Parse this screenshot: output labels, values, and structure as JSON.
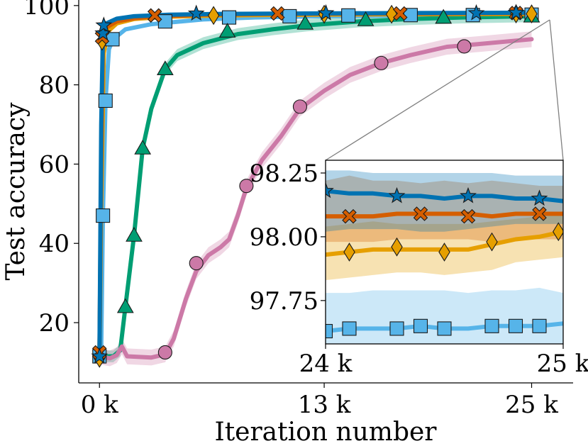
{
  "chart_data": {
    "type": "line",
    "xlabel": "Iteration number",
    "ylabel": "Test accuracy",
    "xlim": [
      -1.2,
      27.4
    ],
    "ylim": [
      4.8,
      101.4
    ],
    "x_ticks": [
      {
        "value": 0,
        "label": "0 k"
      },
      {
        "value": 13,
        "label": "13 k"
      },
      {
        "value": 25,
        "label": "25 k"
      }
    ],
    "y_ticks": [
      {
        "value": 20,
        "label": "20"
      },
      {
        "value": 40,
        "label": "40"
      },
      {
        "value": 60,
        "label": "60"
      },
      {
        "value": 80,
        "label": "80"
      },
      {
        "value": 100,
        "label": "100"
      }
    ],
    "grid": false,
    "legend": "none",
    "series": [
      {
        "color": "#56B4E9",
        "marker": "square",
        "band": 0.4,
        "points": [
          [
            0,
            11.5
          ],
          [
            0.1,
            13
          ],
          [
            0.2,
            47
          ],
          [
            0.35,
            76
          ],
          [
            0.55,
            89
          ],
          [
            0.8,
            91.5
          ],
          [
            1.5,
            94
          ],
          [
            3,
            95.3
          ],
          [
            6,
            96.5
          ],
          [
            9,
            97
          ],
          [
            13,
            97.3
          ],
          [
            17,
            97.5
          ],
          [
            21,
            97.6
          ],
          [
            25,
            97.7
          ]
        ],
        "markers": [
          [
            0,
            11.5
          ],
          [
            0.2,
            47
          ],
          [
            0.35,
            76
          ],
          [
            0.75,
            91.5
          ],
          [
            3.8,
            96
          ],
          [
            7.5,
            97
          ],
          [
            11,
            97.3
          ],
          [
            14.4,
            97.5
          ],
          [
            18,
            97.6
          ],
          [
            21.6,
            97.6
          ],
          [
            25,
            97.7
          ]
        ]
      },
      {
        "color": "#009E73",
        "marker": "triangle",
        "band": 1.5,
        "points": [
          [
            0,
            11.5
          ],
          [
            0.8,
            11.5
          ],
          [
            1.2,
            13
          ],
          [
            1.5,
            24
          ],
          [
            2,
            42
          ],
          [
            2.5,
            64
          ],
          [
            3,
            74
          ],
          [
            3.8,
            84
          ],
          [
            4.5,
            87.5
          ],
          [
            6,
            90.5
          ],
          [
            8,
            92.8
          ],
          [
            10,
            94
          ],
          [
            12,
            95
          ],
          [
            15,
            96
          ],
          [
            18,
            96.6
          ],
          [
            21,
            97
          ],
          [
            25,
            97.3
          ]
        ],
        "markers": [
          [
            1.5,
            24
          ],
          [
            2,
            42
          ],
          [
            2.5,
            64
          ],
          [
            3.8,
            84
          ],
          [
            7.4,
            93.5
          ],
          [
            11.9,
            95.5
          ],
          [
            15.4,
            96.4
          ],
          [
            19.9,
            97
          ],
          [
            25,
            97.3
          ]
        ]
      },
      {
        "color": "#CC79A7",
        "marker": "circle",
        "band": 2,
        "points": [
          [
            0,
            11.5
          ],
          [
            0.6,
            11
          ],
          [
            1.0,
            11.8
          ],
          [
            1.3,
            14
          ],
          [
            1.6,
            11.5
          ],
          [
            3,
            11.2
          ],
          [
            3.8,
            12
          ],
          [
            4.3,
            16
          ],
          [
            5,
            26
          ],
          [
            5.6,
            33
          ],
          [
            6.3,
            37
          ],
          [
            7,
            39
          ],
          [
            7.5,
            41
          ],
          [
            8,
            47
          ],
          [
            8.5,
            54
          ],
          [
            9.4,
            61
          ],
          [
            10.5,
            67
          ],
          [
            11.6,
            74
          ],
          [
            13,
            78.5
          ],
          [
            14.5,
            82.5
          ],
          [
            16.3,
            85.5
          ],
          [
            18,
            87.5
          ],
          [
            20.1,
            89.6
          ],
          [
            22,
            90.3
          ],
          [
            25,
            91.5
          ]
        ],
        "markers": [
          [
            3.8,
            12.5
          ],
          [
            5.6,
            35
          ],
          [
            8.5,
            54.5
          ],
          [
            11.6,
            74.5
          ],
          [
            16.3,
            85.5
          ],
          [
            21.1,
            89.7
          ]
        ]
      },
      {
        "color": "#E69F00",
        "marker": "diamond",
        "band": 0.3,
        "points": [
          [
            0,
            11.5
          ],
          [
            0.1,
            50
          ],
          [
            0.25,
            88
          ],
          [
            0.5,
            93.5
          ],
          [
            1,
            95.5
          ],
          [
            2,
            96.6
          ],
          [
            4,
            97.2
          ],
          [
            7,
            97.5
          ],
          [
            12,
            97.7
          ],
          [
            18,
            97.8
          ],
          [
            25,
            97.9
          ]
        ],
        "markers": [
          [
            0,
            11
          ],
          [
            0.15,
            91
          ],
          [
            6.6,
            97.5
          ],
          [
            13,
            97.8
          ],
          [
            16.9,
            97.8
          ],
          [
            24.1,
            97.9
          ],
          [
            25,
            97.9
          ]
        ]
      },
      {
        "color": "#D55E00",
        "marker": "x",
        "band": 0.3,
        "points": [
          [
            0,
            11.5
          ],
          [
            0.1,
            60
          ],
          [
            0.2,
            91
          ],
          [
            0.4,
            94.5
          ],
          [
            1,
            96
          ],
          [
            2,
            96.8
          ],
          [
            3,
            97.2
          ],
          [
            6,
            97.7
          ],
          [
            10,
            97.9
          ],
          [
            17,
            98
          ],
          [
            25,
            98.1
          ]
        ],
        "markers": [
          [
            0,
            12.5
          ],
          [
            0.15,
            92
          ],
          [
            3.2,
            97.5
          ],
          [
            10.3,
            98
          ],
          [
            17.4,
            98
          ],
          [
            24.1,
            98.1
          ]
        ]
      },
      {
        "color": "#0072B2",
        "marker": "star",
        "band": 0.3,
        "points": [
          [
            0,
            11.5
          ],
          [
            0.1,
            70
          ],
          [
            0.2,
            93
          ],
          [
            0.4,
            95.5
          ],
          [
            1,
            96.7
          ],
          [
            2,
            97.3
          ],
          [
            4,
            97.7
          ],
          [
            7,
            97.9
          ],
          [
            12,
            98
          ],
          [
            18,
            98.1
          ],
          [
            25,
            98.2
          ]
        ],
        "markers": [
          [
            0,
            11.5
          ],
          [
            0.2,
            93
          ],
          [
            0.25,
            95
          ],
          [
            5.6,
            98
          ],
          [
            13.1,
            98.1
          ],
          [
            21.8,
            98.1
          ],
          [
            24.1,
            98.2
          ]
        ]
      }
    ],
    "inset": {
      "xlim": [
        24,
        25
      ],
      "ylim": [
        97.58,
        98.3
      ],
      "x_ticks": [
        {
          "value": 24,
          "label": "24 k"
        },
        {
          "value": 25,
          "label": "25 k"
        }
      ],
      "y_ticks": [
        {
          "value": 97.75,
          "label": "97.75"
        },
        {
          "value": 98.0,
          "label": "98.00"
        },
        {
          "value": 98.25,
          "label": "98.25"
        }
      ],
      "series": [
        {
          "color": "#56B4E9",
          "marker": "square",
          "x": [
            24,
            24.1,
            24.2,
            24.3,
            24.4,
            24.5,
            24.6,
            24.7,
            24.8,
            24.9,
            25
          ],
          "mean": [
            97.63,
            97.64,
            97.64,
            97.64,
            97.65,
            97.64,
            97.64,
            97.65,
            97.65,
            97.65,
            97.66
          ],
          "lower": [
            97.55,
            97.55,
            97.55,
            97.55,
            97.55,
            97.55,
            97.55,
            97.55,
            97.55,
            97.55,
            97.55
          ],
          "upper": [
            97.78,
            97.78,
            97.79,
            97.79,
            97.79,
            97.79,
            97.78,
            97.79,
            97.79,
            97.8,
            97.78
          ],
          "markers": [
            [
              24.0,
              97.63
            ],
            [
              24.1,
              97.64
            ],
            [
              24.3,
              97.64
            ],
            [
              24.4,
              97.65
            ],
            [
              24.5,
              97.64
            ],
            [
              24.7,
              97.65
            ],
            [
              24.8,
              97.65
            ],
            [
              24.9,
              97.65
            ]
          ]
        },
        {
          "color": "#E69F00",
          "marker": "diamond",
          "x": [
            24,
            24.1,
            24.2,
            24.3,
            24.4,
            24.5,
            24.6,
            24.7,
            24.8,
            24.9,
            25
          ],
          "mean": [
            97.93,
            97.94,
            97.95,
            97.95,
            97.95,
            97.95,
            97.95,
            97.97,
            97.99,
            98.0,
            98.02
          ],
          "lower": [
            97.83,
            97.84,
            97.85,
            97.86,
            97.86,
            97.85,
            97.86,
            97.87,
            97.9,
            97.91,
            97.92
          ],
          "upper": [
            98.04,
            98.05,
            98.06,
            98.05,
            98.05,
            98.05,
            98.05,
            98.06,
            98.07,
            98.08,
            98.1
          ],
          "markers": [
            [
              24.1,
              97.94
            ],
            [
              24.3,
              97.96
            ],
            [
              24.5,
              97.94
            ],
            [
              24.7,
              97.98
            ],
            [
              24.98,
              98.02
            ]
          ]
        },
        {
          "color": "#D55E00",
          "marker": "x",
          "x": [
            24,
            24.1,
            24.2,
            24.3,
            24.4,
            24.5,
            24.6,
            24.7,
            24.8,
            24.9,
            25
          ],
          "mean": [
            98.08,
            98.08,
            98.08,
            98.09,
            98.09,
            98.09,
            98.09,
            98.08,
            98.09,
            98.09,
            98.09
          ],
          "lower": [
            97.98,
            97.98,
            97.98,
            97.99,
            97.99,
            97.99,
            97.99,
            97.98,
            97.99,
            97.99,
            97.99
          ],
          "upper": [
            98.22,
            98.24,
            98.22,
            98.22,
            98.21,
            98.22,
            98.21,
            98.22,
            98.21,
            98.2,
            98.2
          ],
          "markers": [
            [
              24.1,
              98.08
            ],
            [
              24.4,
              98.09
            ],
            [
              24.6,
              98.08
            ],
            [
              24.9,
              98.09
            ]
          ]
        },
        {
          "color": "#0072B2",
          "marker": "star",
          "x": [
            24,
            24.1,
            24.2,
            24.3,
            24.4,
            24.5,
            24.6,
            24.7,
            24.8,
            24.9,
            25
          ],
          "mean": [
            98.18,
            98.17,
            98.17,
            98.16,
            98.16,
            98.15,
            98.16,
            98.16,
            98.15,
            98.15,
            98.14
          ],
          "lower": [
            98.02,
            98.03,
            98.03,
            98.03,
            98.02,
            98.02,
            98.03,
            98.04,
            98.05,
            98.05,
            98.05
          ],
          "upper": [
            98.26,
            98.26,
            98.25,
            98.25,
            98.25,
            98.25,
            98.25,
            98.25,
            98.24,
            98.24,
            98.24
          ],
          "markers": [
            [
              24.0,
              98.18
            ],
            [
              24.3,
              98.16
            ],
            [
              24.6,
              98.16
            ],
            [
              24.9,
              98.15
            ]
          ]
        }
      ]
    }
  }
}
